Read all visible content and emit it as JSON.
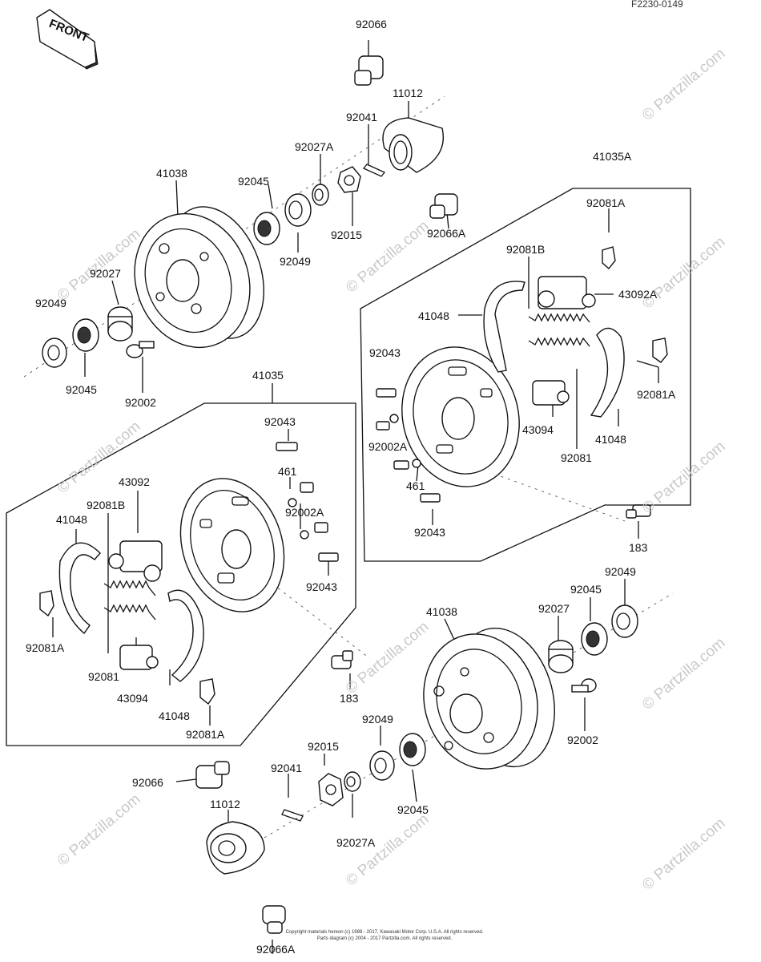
{
  "header": {
    "code": "F2230-0149",
    "front_label": "FRONT"
  },
  "watermark": {
    "text": "© Partzilla.com"
  },
  "footer": {
    "line1": "Copyright materials hereon (c) 1988 - 2017, Kawasaki Motor Corp. U.S.A.  All rights reserved.",
    "line2": "Parts diagram (c) 2004 - 2017 Partzilla.com. All rights reserved."
  },
  "labels": {
    "l92066_top": "92066",
    "l11012_top": "11012",
    "l92041_top": "92041",
    "l92027A_top": "92027A",
    "l41038_top": "41038",
    "l92045_top": "92045",
    "l92015_top": "92015",
    "l92066A_mid": "92066A",
    "l41035A": "41035A",
    "l92081A_tr": "92081A",
    "l92027_left": "92027",
    "l92049_left": "92049",
    "l92049_top": "92049",
    "l92045_left": "92045",
    "l92002_left": "92002",
    "l92081B_r": "92081B",
    "l43092A": "43092A",
    "l41048_r1": "41048",
    "l92043_r1": "92043",
    "l92081A_r2": "92081A",
    "l43094_r": "43094",
    "l92002A_r": "92002A",
    "l41048_r2": "41048",
    "l92081_r": "92081",
    "l461_r": "461",
    "l92043_r2": "92043",
    "l41035": "41035",
    "l92043_l1": "92043",
    "l461_l": "461",
    "l43092": "43092",
    "l92081B_l": "92081B",
    "l92002A_l": "92002A",
    "l41048_l1": "41048",
    "l92043_l2": "92043",
    "l92081A_l1": "92081A",
    "l92081_l": "92081",
    "l43094_l": "43094",
    "l41048_l2": "41048",
    "l92081A_l2": "92081A",
    "l183_r": "183",
    "l92049_br": "92049",
    "l92045_br": "92045",
    "l92027_br": "92027",
    "l41038_br": "41038",
    "l92002_br": "92002",
    "l183_mid": "183",
    "l92049_bot": "92049",
    "l92015_bot": "92015",
    "l92041_bot": "92041",
    "l92066_bot": "92066",
    "l11012_bot": "11012",
    "l92045_bot": "92045",
    "l92027A_bot": "92027A",
    "l92066A_bot": "92066A"
  }
}
